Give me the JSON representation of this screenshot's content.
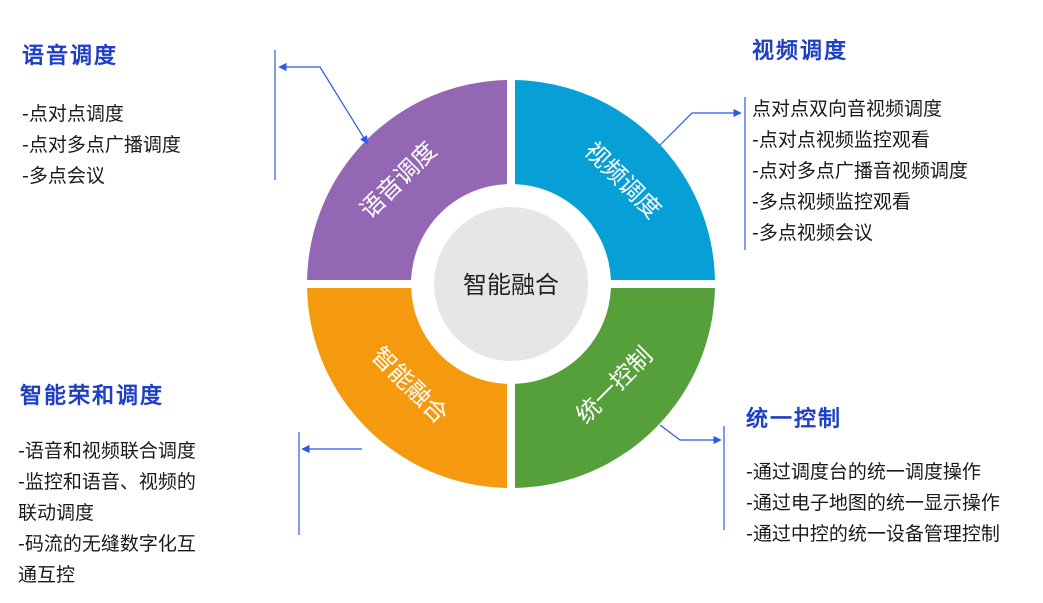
{
  "center": {
    "label": "智能融合"
  },
  "segments": {
    "top_left": {
      "label": "语音调度",
      "color": "#9467b4"
    },
    "top_right": {
      "label": "视频调度",
      "color": "#069fd6"
    },
    "bottom_right": {
      "label": "统一控制",
      "color": "#55a03a"
    },
    "bottom_left": {
      "label": "智能融合",
      "color": "#f59a0f"
    }
  },
  "colors": {
    "title": "#1f3fc4",
    "connector": "#2b59e6",
    "center_fill": "#e6e6e6"
  },
  "panels": {
    "voice": {
      "title": "语音调度",
      "items": [
        "-点对点调度",
        "-点对多点广播调度",
        "-多点会议"
      ]
    },
    "video": {
      "title": "视频调度",
      "items": [
        "点对点双向音视频调度",
        "-点对点视频监控观看",
        "-点对多点广播音视频调度",
        "-多点视频监控观看",
        "-多点视频会议"
      ]
    },
    "smart": {
      "title": "智能荣和调度",
      "items": [
        "-语音和视频联合调度",
        "-监控和语音、视频的",
        "联动调度",
        "-码流的无缝数字化互",
        "通互控"
      ]
    },
    "control": {
      "title": "统一控制",
      "items": [
        "-通过调度台的统一调度操作",
        "-通过电子地图的统一显示操作",
        "-通过中控的统一设备管理控制"
      ]
    }
  }
}
